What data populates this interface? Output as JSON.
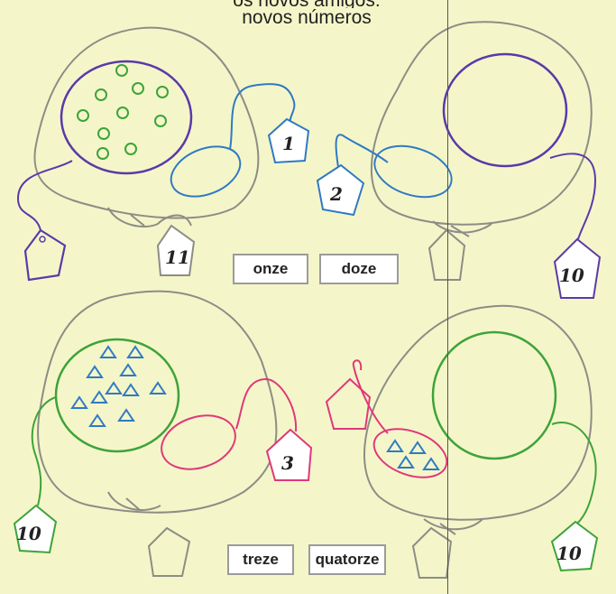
{
  "header": {
    "title_line1": "os novos amigos:",
    "title_line2": "novos números"
  },
  "words": {
    "onze": "onze",
    "doze": "doze",
    "treze": "treze",
    "quatorze": "quatorze"
  },
  "tags": {
    "top_left_small": "1",
    "top_right_small": "2",
    "top_left_big": "11",
    "top_right_big": "10",
    "bottom_left_small": "3",
    "bottom_left_big": "10",
    "bottom_right_big": "10"
  },
  "colors": {
    "background": "#f4f6c9",
    "outline_gray": "#8d8d86",
    "purple": "#5a3aa8",
    "blue": "#2f7ac4",
    "green": "#3ea33a",
    "pink": "#e0387a"
  }
}
